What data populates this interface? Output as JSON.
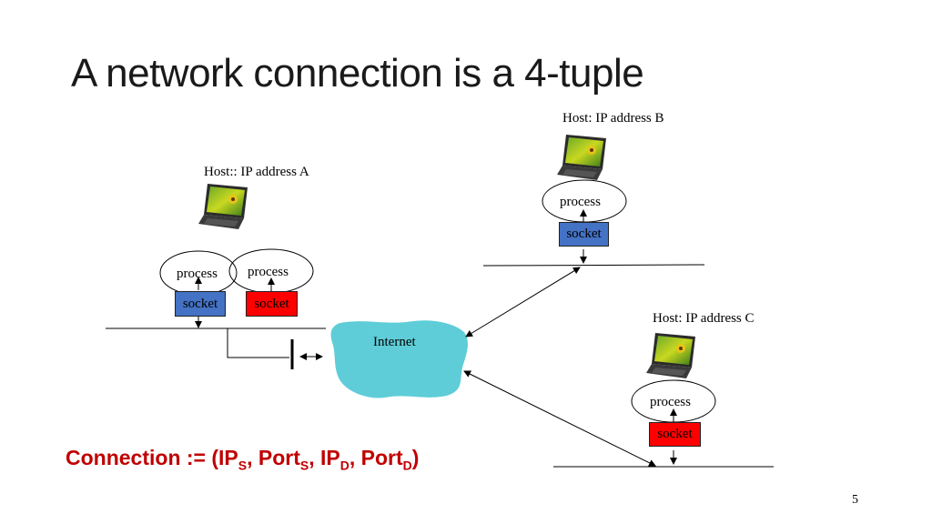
{
  "title": "A network connection is a 4-tuple",
  "host_a": {
    "label": "Host:: IP address A",
    "process1": "process",
    "process2": "process",
    "socket1": "socket",
    "socket2": "socket"
  },
  "host_b": {
    "label": "Host: IP address B",
    "process": "process",
    "socket": "socket"
  },
  "host_c": {
    "label": "Host: IP address C",
    "process": "process",
    "socket": "socket"
  },
  "internet": "Internet",
  "formula": {
    "prefix": "Connection := (IP",
    "s1": "S",
    "p1": ", Port",
    "s2": "S",
    "p2": ", IP",
    "s3": "D",
    "p3": ", Port",
    "s4": "D",
    "suffix": ")"
  },
  "page_number": "5",
  "colors": {
    "socket_blue": "#4472c4",
    "socket_red": "#ff0000",
    "internet_cloud": "#5ecdd8",
    "formula": "#c00000"
  },
  "icons": [
    "laptop-icon"
  ]
}
